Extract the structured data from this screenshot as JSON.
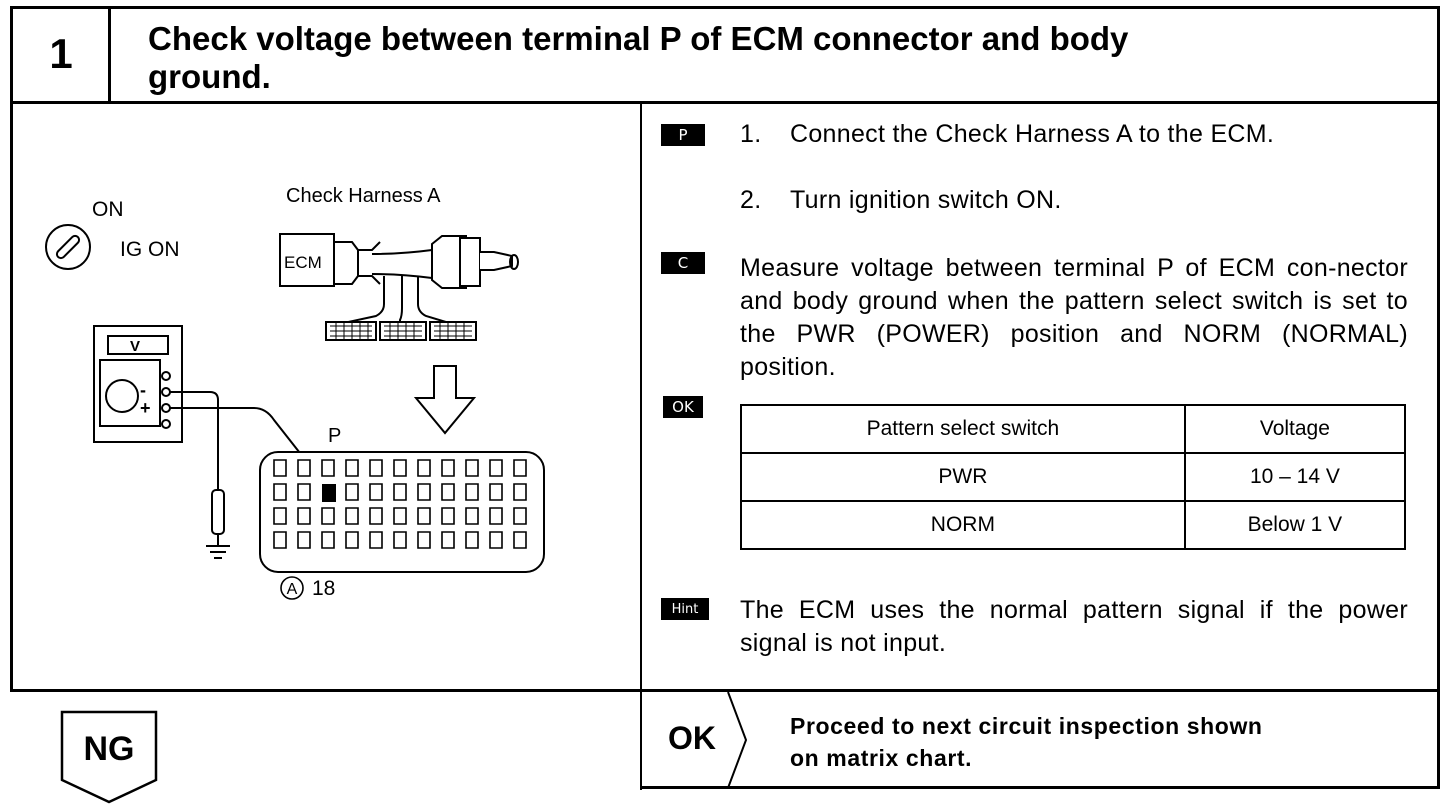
{
  "header": {
    "step_number": "1",
    "title_line1": "Check voltage between terminal P of ECM connector and body",
    "title_line2": "ground."
  },
  "diagram": {
    "switch_on_label": "ON",
    "switch_ig_label": "IG ON",
    "harness_label": "Check Harness A",
    "ecm_label": "ECM",
    "meter_label": "V",
    "meter_minus": "-",
    "meter_plus": "+",
    "terminal_label": "P",
    "connector_label": "18",
    "connector_letter": "A"
  },
  "steps": {
    "prep_tag": "P",
    "step1_num": "1.",
    "step1_text": "Connect the Check Harness A to the ECM.",
    "step2_num": "2.",
    "step2_text": "Turn ignition switch ON.",
    "check_tag": "C",
    "check_text": "Measure voltage between terminal P of ECM con-nector and body ground when the pattern select switch is set to the PWR (POWER) position and NORM (NORMAL) position.",
    "ok_tag": "OK"
  },
  "table": {
    "headers": [
      "Pattern select switch",
      "Voltage"
    ],
    "rows": [
      [
        "PWR",
        "10 – 14 V"
      ],
      [
        "NORM",
        "Below 1 V"
      ]
    ]
  },
  "hint": {
    "tag": "Hint",
    "text": "The ECM uses the normal pattern signal if the power signal is not input."
  },
  "result": {
    "ng_label": "NG",
    "ok_label": "OK",
    "ok_text_line1": "Proceed to next circuit inspection shown",
    "ok_text_line2": "on matrix chart."
  }
}
